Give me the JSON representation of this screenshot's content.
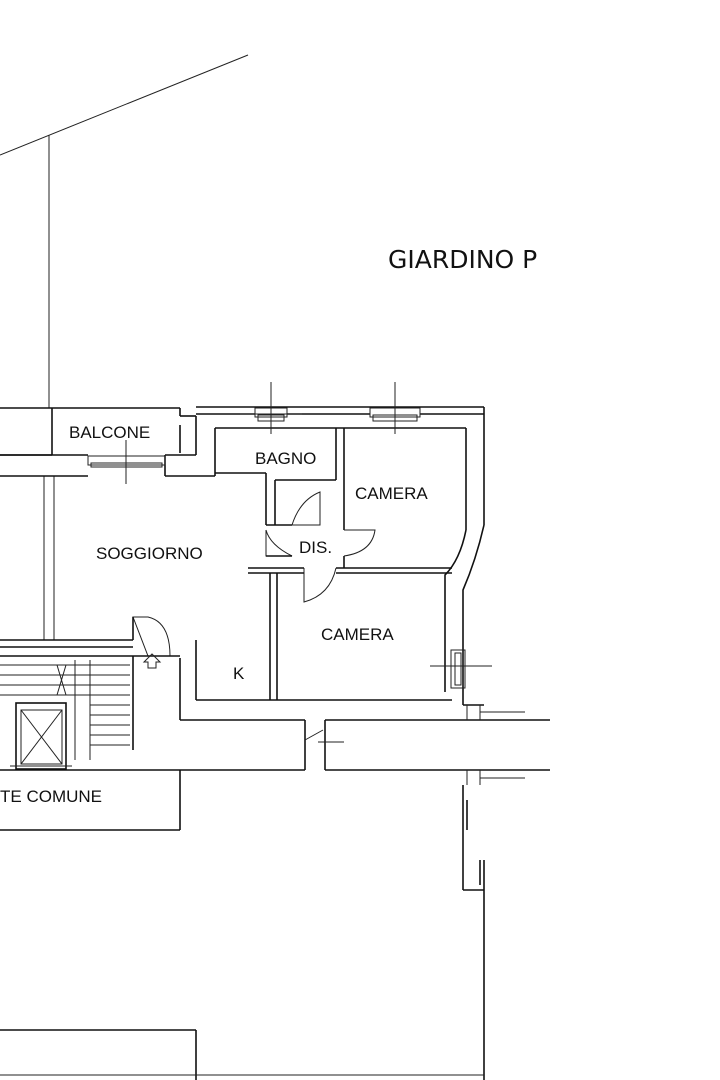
{
  "labels": {
    "giardino": "GIARDINO P",
    "balcone": "BALCONE",
    "bagno": "BAGNO",
    "camera_top": "CAMERA",
    "dis": "DIS.",
    "soggiorno": "SOGGIORNO",
    "camera_bottom": "CAMERA",
    "k": "K",
    "comune": "TE COMUNE"
  },
  "colors": {
    "line": "#111111",
    "background": "#ffffff"
  }
}
